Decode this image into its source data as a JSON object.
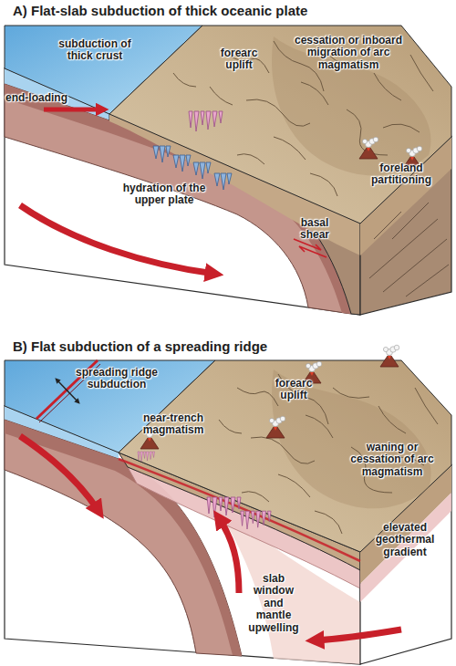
{
  "diagram": {
    "labels": [
      "A) Flat-slab subduction of thick oceanic plate",
      "subduction of thick crust",
      "forearc uplift",
      "cessation or inboard migration of arc magmatism",
      "end-loading",
      "hydration of the upper plate",
      "basal shear",
      "foreland partitioning",
      "B) Flat subduction of a spreading ridge",
      "spreading ridge subduction",
      "forearc uplift",
      "near-trench magmatism",
      "waning or cessation of arc magmatism",
      "elevated geothermal gradient",
      "slab window and mantle upwelling"
    ]
  }
}
